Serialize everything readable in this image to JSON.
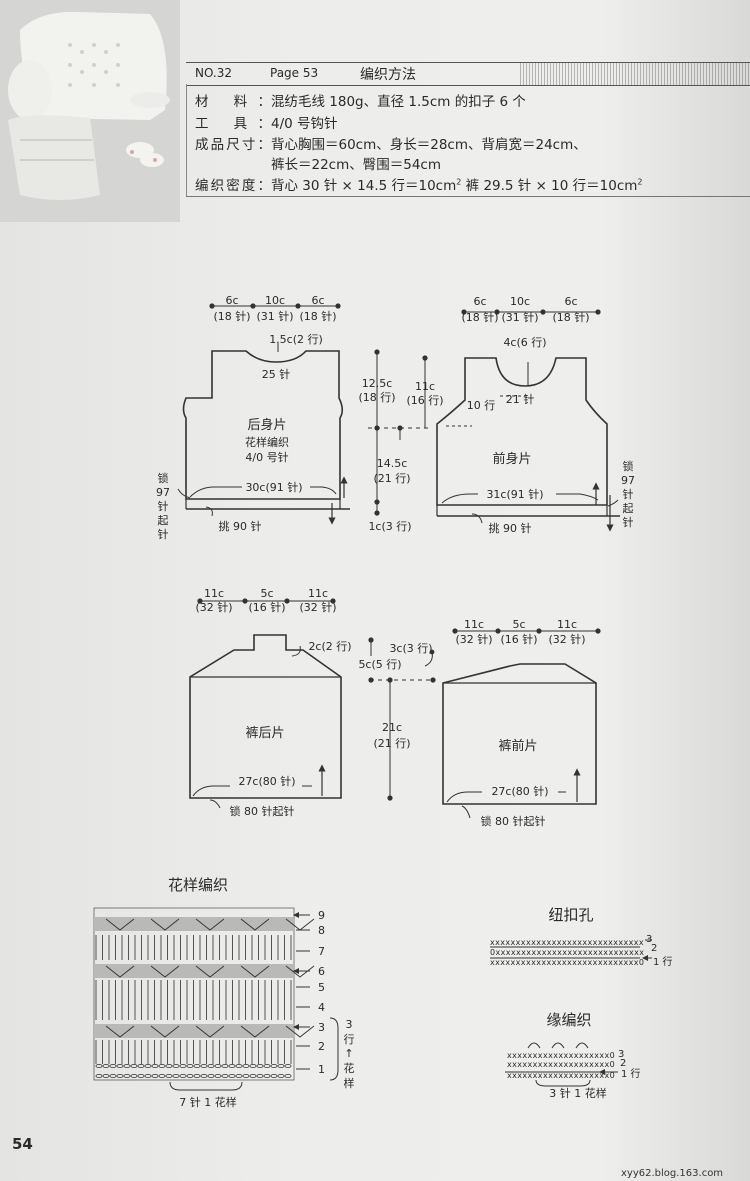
{
  "header": {
    "no": "NO.32",
    "page": "Page  53",
    "method": "编织方法"
  },
  "specs": [
    {
      "label": "材    料：",
      "value": "混纺毛线 180g、直径 1.5cm 的扣子 6 个"
    },
    {
      "label": "工    具：",
      "value": "4/0 号钩针"
    },
    {
      "label": "成品尺寸：",
      "value": "背心胸围＝60cm、身长＝28cm、背肩宽＝24cm、"
    },
    {
      "label": "",
      "value": "裤长＝22cm、臀围＝54cm"
    },
    {
      "label": "编织密度：",
      "value": "背心 30 针 × 14.5 行＝10cm",
      "sup": "2",
      "value2": "  裤 29.5 针 × 10 行＝10cm",
      "sup2": "2"
    }
  ],
  "back_body": {
    "title": "后身片",
    "pattern": "花样编织",
    "hook": "4/0 号针",
    "top_dims": [
      "6c",
      "10c",
      "6c"
    ],
    "top_stitches": [
      "(18 针)",
      "(31 针)",
      "(18 针)"
    ],
    "neck_depth": "1.5c(2 行)",
    "neck_stitches": "25 针",
    "bottom_width": "30c(91 针)",
    "chain_v": [
      "锁",
      "97",
      "针",
      "起",
      "针"
    ],
    "pickup": "挑 90 针"
  },
  "center_dims": {
    "armhole": "12.5c",
    "armhole_rows": "(18 行)",
    "front_armhole": "11c",
    "front_armhole_rows": "(16 行)",
    "body": "14.5c",
    "body_rows": "(21 行)",
    "edge": "1c(3 行)"
  },
  "front_body": {
    "title": "前身片",
    "top_dims": [
      "6c",
      "10c",
      "6c"
    ],
    "top_stitches": [
      "(18 针)",
      "(31 针)",
      "(18 针)"
    ],
    "neck_depth": "4c(6 行)",
    "neck_stitches": "21 针",
    "side_rows": "10 行",
    "bottom_width": "31c(91 针)",
    "chain_v": [
      "锁",
      "97",
      "针",
      "起",
      "针"
    ],
    "pickup": "挑 90 针"
  },
  "pants_back": {
    "title": "裤后片",
    "top_dims": [
      "11c",
      "5c",
      "11c"
    ],
    "top_stitches": [
      "(32 针)",
      "(16 针)",
      "(32 针)"
    ],
    "waist": "2c(2 行)",
    "bottom_width": "27c(80 针)",
    "chain": "锁 80 针起针"
  },
  "pants_center": {
    "rise": "3c(3 行)",
    "rise2": "5c(5 行)",
    "length": "21c",
    "length_rows": "(21 行)"
  },
  "pants_front": {
    "title": "裤前片",
    "top_dims": [
      "11c",
      "5c",
      "11c"
    ],
    "top_stitches": [
      "(32 针)",
      "(16 针)",
      "(32 针)"
    ],
    "bottom_width": "27c(80 针)",
    "chain": "锁 80 针起针"
  },
  "pattern_chart": {
    "title": "花样编织",
    "rows": [
      "9",
      "8",
      "7",
      "6",
      "5",
      "4",
      "3",
      "2",
      "1"
    ],
    "repeat_v": [
      "3",
      "行",
      "↑",
      "花",
      "样"
    ],
    "repeat_h": "7 针 1 花样"
  },
  "buttonhole": {
    "title": "纽扣孔",
    "rows": [
      "3",
      "2",
      "1 行"
    ]
  },
  "edging": {
    "title": "缘编织",
    "rows": [
      "3",
      "2",
      "1 行"
    ],
    "repeat": "3 针 1 花样"
  },
  "page_number": "54",
  "watermark": "xyy62.blog.163.com"
}
